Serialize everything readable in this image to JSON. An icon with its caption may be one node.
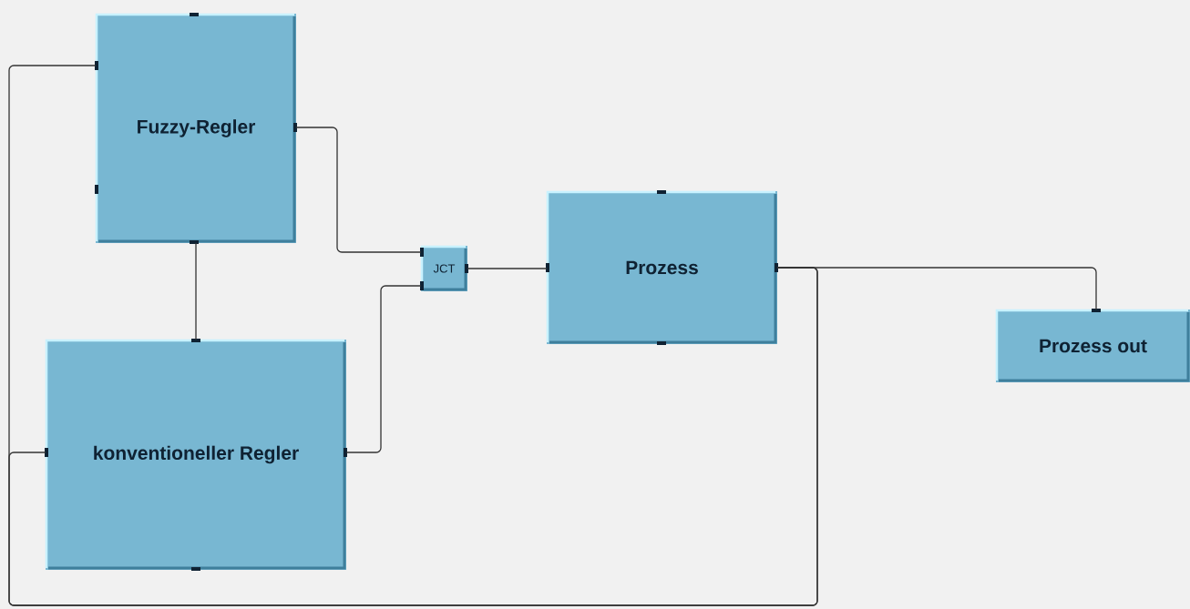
{
  "diagram": {
    "nodes": [
      {
        "text": [
          "Fuzzy-Regler"
        ]
      },
      {
        "text": [
          "JCT"
        ]
      },
      {
        "text": [
          "Prozess"
        ]
      },
      {
        "text": [
          "Prozess out"
        ]
      },
      {
        "text": [
          "konventioneller Regler"
        ]
      }
    ],
    "edges": [
      {
        "from": 0,
        "to": 1,
        "arrow": "none"
      },
      {
        "from": 4,
        "to": 1,
        "arrow": "none"
      },
      {
        "from": 0,
        "to": 4,
        "arrow": "none"
      },
      {
        "from": 1,
        "to": 2,
        "arrow": "none"
      },
      {
        "from": 2,
        "to": 3,
        "arrow": "none"
      },
      {
        "from": 2,
        "to": 0,
        "arrow": "none"
      },
      {
        "from": 2,
        "to": 4,
        "arrow": "none"
      }
    ]
  }
}
